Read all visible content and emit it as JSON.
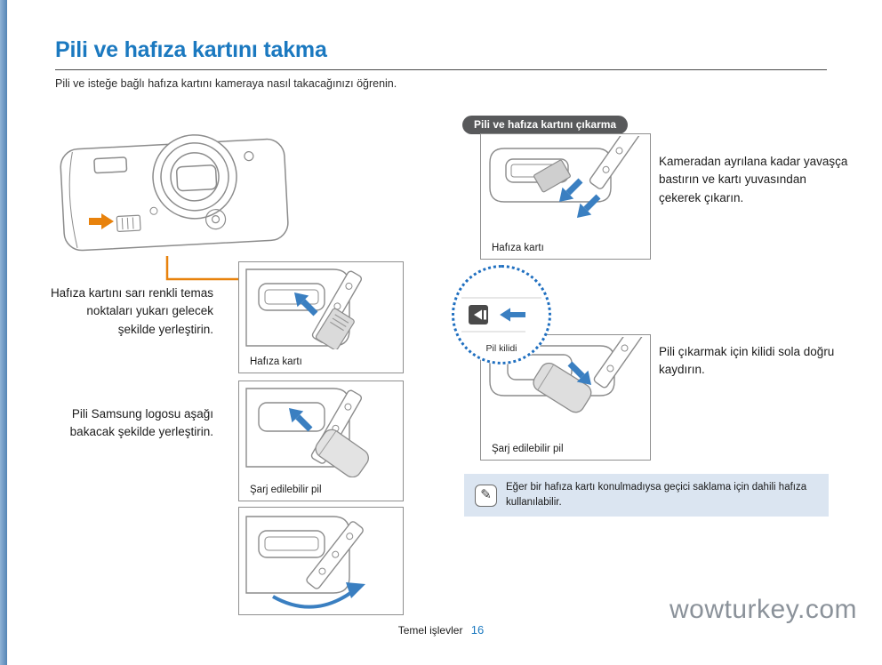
{
  "page": {
    "title": "Pili ve hafıza kartını takma",
    "subtitle": "Pili ve isteğe bağlı hafıza kartını kameraya nasıl takacağınızı öğrenin."
  },
  "insert_section": {
    "card_instruction": "Hafıza kartını sarı renkli temas noktaları yukarı gelecek şekilde yerleştirin.",
    "battery_instruction": "Pili Samsung logosu aşağı bakacak şekilde yerleştirin.",
    "card_figure_label": "Hafıza kartı",
    "battery_figure_label": "Şarj edilebilir pil"
  },
  "remove_section": {
    "header": "Pili ve hafıza kartını çıkarma",
    "card_instruction": "Kameradan ayrılana kadar yavaşça bastırın ve kartı yuvasından çekerek çıkarın.",
    "card_figure_label": "Hafıza kartı",
    "lock_label": "Pil kilidi",
    "battery_instruction": "Pili çıkarmak için kilidi sola doğru kaydırın.",
    "battery_figure_label": "Şarj edilebilir pil"
  },
  "note": {
    "text": "Eğer bir hafıza kartı konulmadıysa geçici saklama için dahili hafıza kullanılabilir."
  },
  "footer": {
    "section": "Temel işlevler",
    "page_number": "16"
  },
  "watermark": "wowturkey.com",
  "colors": {
    "title_blue": "#1b79c0",
    "arrow_blue": "#3a7fc1",
    "connector_orange": "#e8820c",
    "badge_bg": "#58595b",
    "note_bg": "#dbe5f1"
  }
}
